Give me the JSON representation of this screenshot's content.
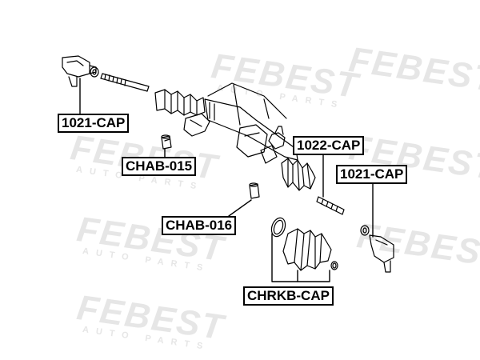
{
  "labels": {
    "tie_rod_end_left": "1021-CAP",
    "bushing_upper": "CHAB-015",
    "bushing_lower": "CHAB-016",
    "tie_rod": "1022-CAP",
    "tie_rod_end_right": "1021-CAP",
    "boot_kit": "CHRKB-CAP"
  },
  "watermark": {
    "brand": "FEBEST",
    "subtitle": "AUTO PARTS"
  }
}
